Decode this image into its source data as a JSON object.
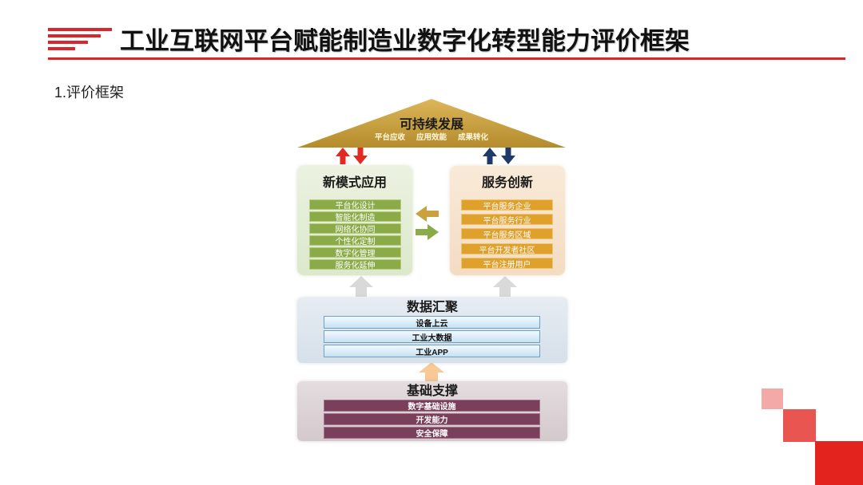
{
  "slide": {
    "title": "工业互联网平台赋能制造业数字化转型能力评价框架",
    "section_heading": "1.评价框架"
  },
  "diagram": {
    "roof": {
      "title": "可持续发展",
      "subtitle_items": [
        "平台应收",
        "应用效能",
        "成果转化"
      ]
    },
    "left_box": {
      "title": "新模式应用",
      "items": [
        "平台化设计",
        "智能化制造",
        "网络化协同",
        "个性化定制",
        "数字化管理",
        "服务化延伸"
      ]
    },
    "right_box": {
      "title": "服务创新",
      "items": [
        "平台服务企业",
        "平台服务行业",
        "平台服务区域",
        "平台开发者社区",
        "平台注册用户"
      ]
    },
    "data_box": {
      "title": "数据汇聚",
      "items": [
        "设备上云",
        "工业大数据",
        "工业APP"
      ]
    },
    "base_box": {
      "title": "基础支撑",
      "items": [
        "数字基础设施",
        "开发能力",
        "安全保障"
      ]
    }
  },
  "colors": {
    "accent_red": "#d9262b",
    "roof_gold": "#c9a13e",
    "green_bar": "#8aab48",
    "orange_bar": "#e0a02c",
    "mauve_bar": "#7a3f5b",
    "navy_arrow": "#1f3a68",
    "red_arrow": "#e02a22"
  }
}
